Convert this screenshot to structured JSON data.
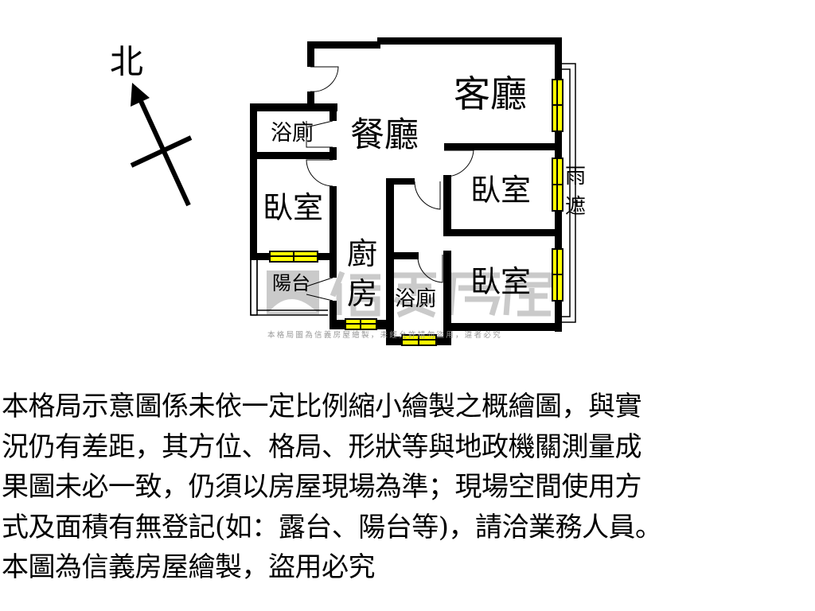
{
  "compass": {
    "label": "北"
  },
  "rooms": {
    "living": "客廳",
    "dining": "餐廳",
    "bath_upper": "浴廁",
    "bedroom_left": "臥室",
    "bedroom_mid": "臥室",
    "bedroom_lower": "臥室",
    "kitchen": "廚房",
    "balcony": "陽台",
    "bath_lower": "浴廁",
    "rain_cover": "雨遮"
  },
  "watermark": {
    "logo": "信義房屋",
    "notice": "本格局圖為信義房屋繪製，未經允許請勿盜用，違者必究"
  },
  "colors": {
    "wall": "#000000",
    "window": "#ffff00",
    "watermark": "#a8a8a8"
  },
  "notes": {
    "lines": [
      "本格局示意圖係未依一定比例縮小繪製之概繪圖，與實",
      "況仍有差距，其方位、格局、形狀等與地政機關測量成",
      "果圖未必一致，仍須以房屋現場為準；現場空間使用方",
      "式及面積有無登記(如：露台、陽台等)，請洽業務人員。",
      "本圖為信義房屋繪製，盜用必究"
    ]
  }
}
